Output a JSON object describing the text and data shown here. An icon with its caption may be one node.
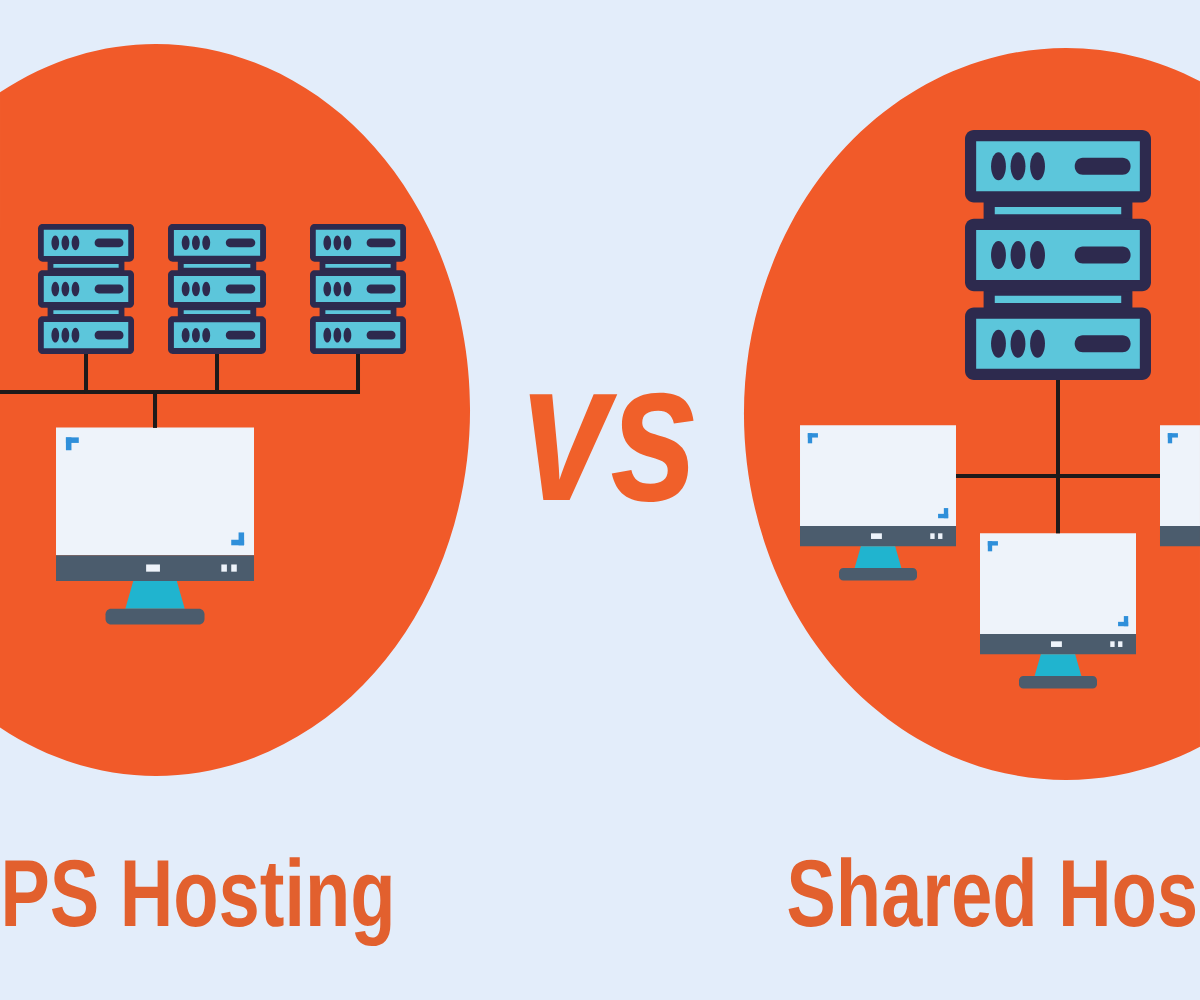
{
  "diagram": {
    "nodes": [
      {
        "text": [
          "PS Hosting"
        ]
      },
      {
        "text": [],
        "shape": "picture",
        "in": 0
      },
      {
        "text": [],
        "shape": "picture",
        "in": 0
      },
      {
        "text": [],
        "shape": "picture",
        "in": 0
      },
      {
        "text": [],
        "shape": "picture",
        "in": 0
      },
      {
        "text": [
          "Shared Hos"
        ]
      },
      {
        "text": [],
        "shape": "picture",
        "in": 5
      },
      {
        "text": [],
        "shape": "picture",
        "in": 5
      },
      {
        "text": [],
        "shape": "picture",
        "in": 5
      },
      {
        "text": [],
        "shape": "picture",
        "in": 5
      }
    ],
    "edges": [
      {
        "from": null,
        "to": 4,
        "arrow": "none"
      },
      {
        "from": 1,
        "to": 4,
        "arrow": "none"
      },
      {
        "from": 2,
        "to": 4,
        "arrow": "none"
      },
      {
        "from": 3,
        "to": 4,
        "arrow": "none"
      },
      {
        "from": 6,
        "to": 7,
        "arrow": "none"
      },
      {
        "from": 6,
        "to": 8,
        "arrow": "none"
      },
      {
        "from": 6,
        "to": 9,
        "arrow": "none"
      }
    ],
    "labels": [
      "vs"
    ]
  }
}
